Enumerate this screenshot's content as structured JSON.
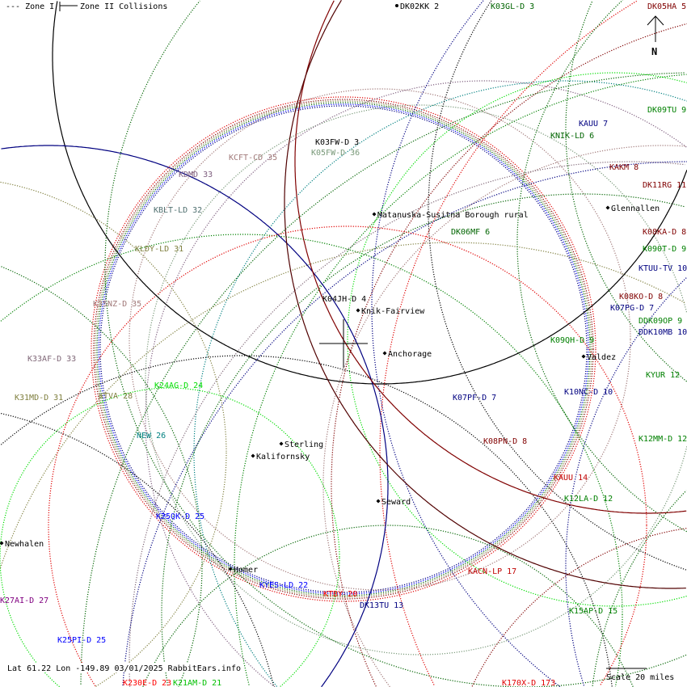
{
  "legend": {
    "zone1": "--- Zone I",
    "zone2": "Zone II Collisions"
  },
  "north_label": "N",
  "footer": {
    "coords": "Lat 61.22 Lon -149.89 03/01/2025 RabbitEars.info",
    "scale": "Scale 20 miles"
  },
  "colors": {
    "navy": "#000080",
    "darkred": "#800000",
    "green": "#008000",
    "red": "#e00000",
    "blue": "#0000ff",
    "olive": "#808040",
    "rosy": "#a07878",
    "black": "#000000"
  },
  "stations": [
    {
      "label": "DK02KK 2",
      "color": "#000000"
    },
    {
      "label": "K03GL-D 3",
      "color": "#006400"
    },
    {
      "label": "DK05HA 5",
      "color": "#800000"
    },
    {
      "label": "DK09TU 9",
      "color": "#008000"
    },
    {
      "label": "KAUU 7",
      "color": "#000080"
    },
    {
      "label": "KNIK-LD 6",
      "color": "#006400"
    },
    {
      "label": "K03FW-D 3",
      "color": "#000000"
    },
    {
      "label": "KCFT-CD 35",
      "color": "#a07878"
    },
    {
      "label": "K05FW-D 36",
      "color": "#789878"
    },
    {
      "label": "KDMD 33",
      "color": "#806080"
    },
    {
      "label": "KAKM 8",
      "color": "#800000"
    },
    {
      "label": "DK11RG 11",
      "color": "#800000"
    },
    {
      "label": "KBLT-LD 32",
      "color": "#507070"
    },
    {
      "label": "DK06MF 6",
      "color": "#006400"
    },
    {
      "label": "K08KA-D 8",
      "color": "#800000"
    },
    {
      "label": "KLDY-LD 31",
      "color": "#808040"
    },
    {
      "label": "K090T-D 9",
      "color": "#008000"
    },
    {
      "label": "KTUU-TV 10",
      "color": "#000080"
    },
    {
      "label": "K35NZ-D 35",
      "color": "#a07878"
    },
    {
      "label": "K04JH-D 4",
      "color": "#000000"
    },
    {
      "label": "K08KO-D 8",
      "color": "#800000"
    },
    {
      "label": "K07PG-D 7",
      "color": "#000080"
    },
    {
      "label": "DDK09OP 9",
      "color": "#008000"
    },
    {
      "label": "DDK10MB 10",
      "color": "#000080"
    },
    {
      "label": "K09QH-D 9",
      "color": "#008000"
    },
    {
      "label": "K33AF-D 33",
      "color": "#806878"
    },
    {
      "label": "KYUR 12",
      "color": "#008000"
    },
    {
      "label": "K24AG-D 24",
      "color": "#00dd00"
    },
    {
      "label": "K10NC-D 10",
      "color": "#000080"
    },
    {
      "label": "K31MD-D 31",
      "color": "#808040"
    },
    {
      "label": "KTVA 28",
      "color": "#808040"
    },
    {
      "label": "K07PF-D 7",
      "color": "#000080"
    },
    {
      "label": "NEW 26",
      "color": "#008080"
    },
    {
      "label": "K08PN-D 8",
      "color": "#800000"
    },
    {
      "label": "K12MM-D 12",
      "color": "#008000"
    },
    {
      "label": "KAUU 14",
      "color": "#c00000"
    },
    {
      "label": "K25QK-D 25",
      "color": "#0000ff"
    },
    {
      "label": "K12LA-D 12",
      "color": "#008000"
    },
    {
      "label": "KACN-LP 17",
      "color": "#c00000"
    },
    {
      "label": "KYES-LD 22",
      "color": "#0000ff"
    },
    {
      "label": "KTBY 20",
      "color": "#ff0000"
    },
    {
      "label": "DK13TU 13",
      "color": "#000080"
    },
    {
      "label": "K27AI-D 27",
      "color": "#800080"
    },
    {
      "label": "K15AP-D 15",
      "color": "#008000"
    },
    {
      "label": "K25PI-D 25",
      "color": "#0000ff"
    },
    {
      "label": "K230E-D 23",
      "color": "#ff0000"
    },
    {
      "label": "K21AM-D 21",
      "color": "#00c000"
    },
    {
      "label": "K170X-D 173",
      "color": "#e00000"
    }
  ],
  "places": [
    {
      "label": "Matanuska-Susitna Borough rural"
    },
    {
      "label": "Glennallen"
    },
    {
      "label": "Knik-Fairview"
    },
    {
      "label": "Valdez"
    },
    {
      "label": "Anchorage"
    },
    {
      "label": "Sterling"
    },
    {
      "label": "Kalifornsky"
    },
    {
      "label": "Seward"
    },
    {
      "label": "Newhalen"
    },
    {
      "label": "Homer"
    }
  ]
}
